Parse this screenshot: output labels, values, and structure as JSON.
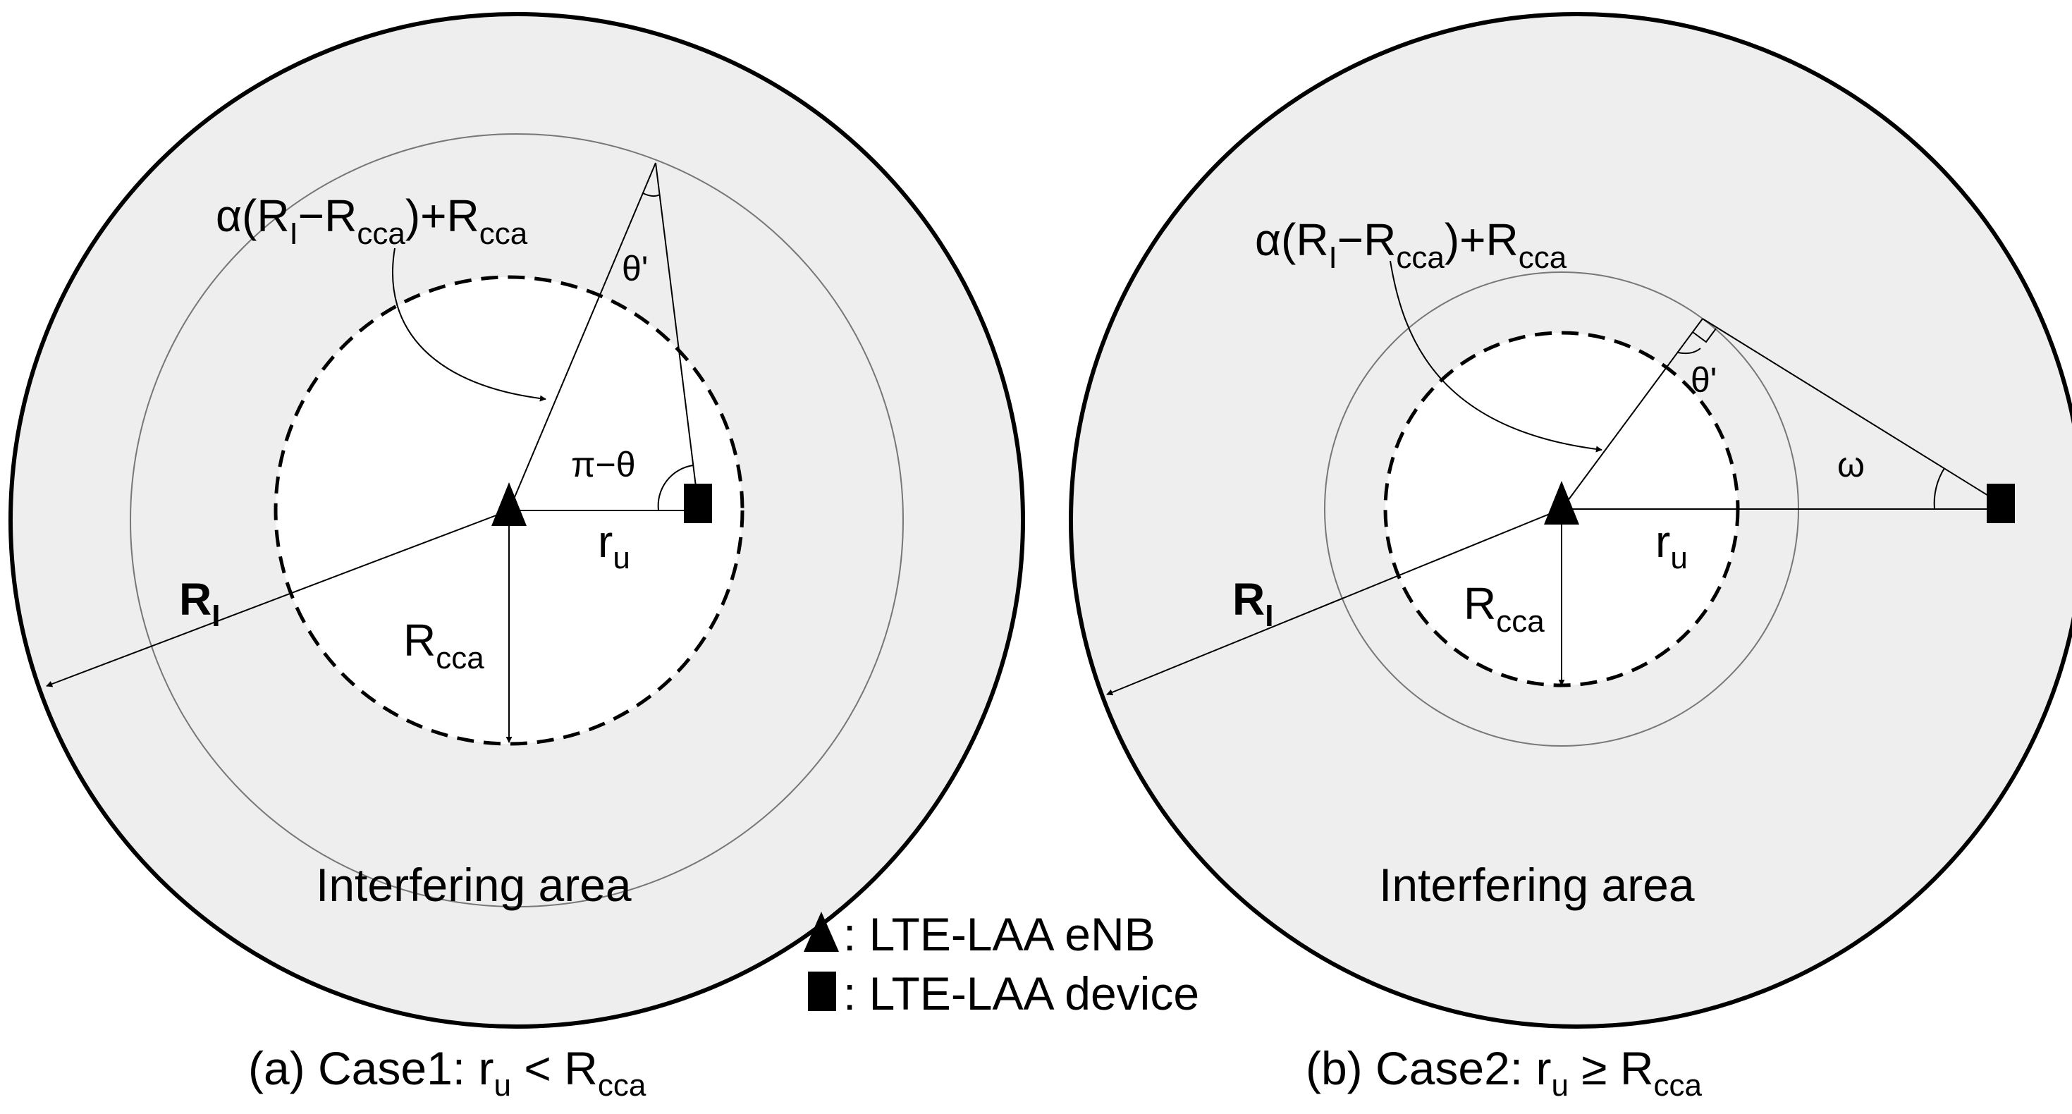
{
  "colors": {
    "interfering_area": "#eeeeee",
    "inner_area": "#ffffff",
    "stroke": "#000000",
    "thin_stroke": "#777777"
  },
  "panels": [
    {
      "id": "a",
      "alpha_label": {
        "prefix": "α(R",
        "sub1": "I",
        "mid": "−R",
        "sub2": "cca",
        "end": ")+R",
        "sub3": "cca"
      },
      "theta_prime": "θ'",
      "pi_minus_theta": "π−θ",
      "r_u": {
        "main": "r",
        "sub": "u"
      },
      "r_cca": {
        "main": "R",
        "sub": "cca"
      },
      "r_i": {
        "main": "R",
        "sub": "I"
      },
      "area_label": "Interfering area",
      "caption": {
        "prefix": "(a) Case1:  r",
        "sub1": "u",
        "mid": " < R",
        "sub2": "cca"
      }
    },
    {
      "id": "b",
      "alpha_label": {
        "prefix": "α(R",
        "sub1": "I",
        "mid": "−R",
        "sub2": "cca",
        "end": ")+R",
        "sub3": "cca"
      },
      "theta_prime": "θ'",
      "omega": "ω",
      "r_u": {
        "main": "r",
        "sub": "u"
      },
      "r_cca": {
        "main": "R",
        "sub": "cca"
      },
      "r_i": {
        "main": "R",
        "sub": "I"
      },
      "area_label": "Interfering area",
      "caption": {
        "prefix": "(b) Case2:  r",
        "sub1": "u",
        "mid": " ≥ R",
        "sub2": "cca"
      }
    }
  ],
  "legend": {
    "enb_icon": "triangle-icon",
    "enb_label": ": LTE-LAA eNB",
    "device_icon": "square-icon",
    "device_label": ": LTE-LAA device"
  }
}
